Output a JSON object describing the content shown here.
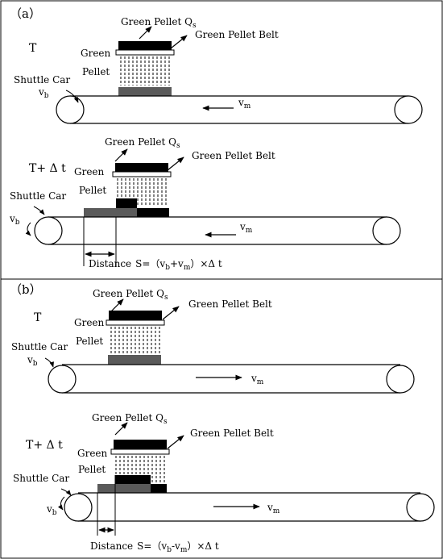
{
  "panels": [
    {
      "label": "（a）",
      "scenes": [
        {
          "time": "T",
          "pellet_label": "Green Pellet Q",
          "pellet_sub": "s",
          "belt_label": "Green Pellet Belt",
          "green_word": "Green",
          "pellet_word": "Pellet",
          "car_label": "Shuttle Car",
          "vb": "v",
          "vb_sub": "b",
          "vm": "v",
          "vm_sub": "m",
          "vm_direction": "left"
        },
        {
          "time": "T+ Δ t",
          "pellet_label": "Green Pellet Q",
          "pellet_sub": "s",
          "belt_label": "Green Pellet Belt",
          "green_word": "Green",
          "pellet_word": "Pellet",
          "car_label": "Shuttle Car",
          "vb": "v",
          "vb_sub": "b",
          "vm": "v",
          "vm_sub": "m",
          "vm_direction": "left",
          "distance_label": "Distance",
          "formula": "S=（v",
          "formula_sub1": "b",
          "formula_mid": "+v",
          "formula_sub2": "m",
          "formula_end": "）×Δ t"
        }
      ]
    },
    {
      "label": "（b）",
      "scenes": [
        {
          "time": "T",
          "pellet_label": "Green Pellet Q",
          "pellet_sub": "s",
          "belt_label": "Green Pellet Belt",
          "green_word": "Green",
          "pellet_word": "Pellet",
          "car_label": "Shuttle Car",
          "vb": "v",
          "vb_sub": "b",
          "vm": "v",
          "vm_sub": "m",
          "vm_direction": "right"
        },
        {
          "time": "T+ Δ t",
          "pellet_label": "Green Pellet Q",
          "pellet_sub": "s",
          "belt_label": "Green Pellet Belt",
          "green_word": "Green",
          "pellet_word": "Pellet",
          "car_label": "Shuttle Car",
          "vb": "v",
          "vb_sub": "b",
          "vm": "v",
          "vm_sub": "m",
          "vm_direction": "right",
          "distance_label": "Distance",
          "formula": "S=（v",
          "formula_sub1": "b",
          "formula_mid": "-v",
          "formula_sub2": "m",
          "formula_end": "）×Δ t"
        }
      ]
    }
  ],
  "colors": {
    "line": "#000000",
    "pellet_dark": "#000000",
    "pellet_gray": "#5a5a5a"
  }
}
